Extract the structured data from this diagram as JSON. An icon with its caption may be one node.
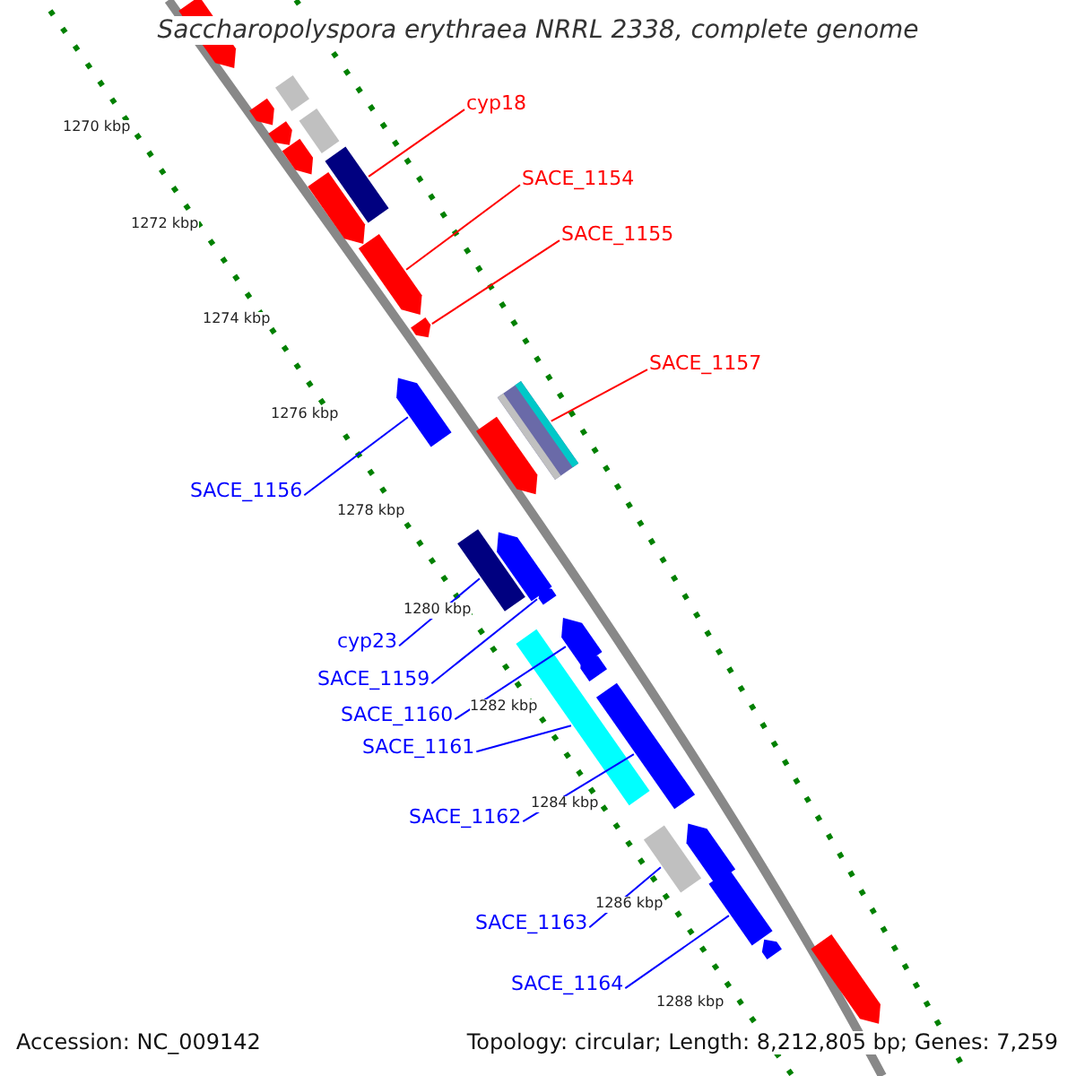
{
  "diagram": {
    "title": "Saccharopolyspora erythraea NRRL 2338, complete genome",
    "nodes": [
      {
        "text": [
          "cyp18"
        ]
      },
      {
        "text": [
          "SACE_1154"
        ]
      },
      {
        "text": [
          "SACE_1155"
        ]
      },
      {
        "text": [
          "SACE_1157"
        ]
      },
      {
        "text": [
          "SACE_1156"
        ]
      },
      {
        "text": [
          "cyp23"
        ]
      },
      {
        "text": [
          "SACE_1159"
        ]
      },
      {
        "text": [
          "SACE_1160"
        ]
      },
      {
        "text": [
          "SACE_1161"
        ]
      },
      {
        "text": [
          "SACE_1162"
        ]
      },
      {
        "text": [
          "SACE_1163"
        ]
      },
      {
        "text": [
          "SACE_1164"
        ]
      },
      {
        "text": [],
        "shape": "bar"
      },
      {
        "text": [],
        "shape": "bar"
      },
      {
        "text": [],
        "shape": "bar"
      },
      {
        "text": [],
        "shape": "bar"
      },
      {
        "text": [],
        "shape": "bar"
      },
      {
        "text": [],
        "shape": "bar"
      },
      {
        "text": [],
        "shape": "bar"
      },
      {
        "text": [],
        "shape": "bar"
      },
      {
        "text": [],
        "shape": "bar"
      },
      {
        "text": [],
        "shape": "bar"
      },
      {
        "text": [],
        "shape": "bar"
      },
      {
        "text": [],
        "shape": "bar"
      },
      {
        "text": [],
        "shape": "bar"
      },
      {
        "text": [],
        "shape": "bar"
      },
      {
        "text": [],
        "shape": "bar"
      },
      {
        "text": [],
        "shape": "bar"
      },
      {
        "text": [],
        "shape": "bar"
      },
      {
        "text": [],
        "shape": "bar"
      },
      {
        "text": [],
        "shape": "bar"
      },
      {
        "text": [],
        "shape": "bar"
      },
      {
        "text": [],
        "shape": "bar"
      },
      {
        "text": [],
        "shape": "bar"
      },
      {
        "text": [],
        "shape": "bar"
      },
      {
        "text": [],
        "shape": "bar"
      },
      {
        "text": [],
        "shape": "bar"
      }
    ],
    "edges": [
      {
        "from": 0,
        "to": 19,
        "arrow": "none",
        "color": "#ff0000"
      },
      {
        "from": 1,
        "to": 20,
        "arrow": "none",
        "color": "#ff0000"
      },
      {
        "from": 2,
        "to": 21,
        "arrow": "none",
        "color": "#ff0000"
      },
      {
        "from": 3,
        "to": 24,
        "arrow": "none",
        "color": "#ff0000"
      },
      {
        "from": 4,
        "to": 22,
        "arrow": "none"
      },
      {
        "from": 5,
        "to": 25,
        "arrow": "none"
      },
      {
        "from": 6,
        "to": 27,
        "arrow": "none"
      },
      {
        "from": 7,
        "to": 28,
        "arrow": "none"
      },
      {
        "from": 8,
        "to": 30,
        "arrow": "none"
      },
      {
        "from": 9,
        "to": 31,
        "arrow": "none"
      },
      {
        "from": 10,
        "to": 32,
        "arrow": "none"
      },
      {
        "from": 11,
        "to": 34,
        "arrow": "none"
      }
    ],
    "labels": [
      "1270 kbp",
      "1272 kbp",
      "1274 kbp",
      "1276 kbp",
      "1278 kbp",
      "1280 kbp",
      "1282 kbp",
      "1284 kbp",
      "1286 kbp",
      "1288 kbp",
      "Accession: NC_009142",
      "Topology: circular; Length: 8,212,805 bp; Genes: 7,259"
    ]
  }
}
